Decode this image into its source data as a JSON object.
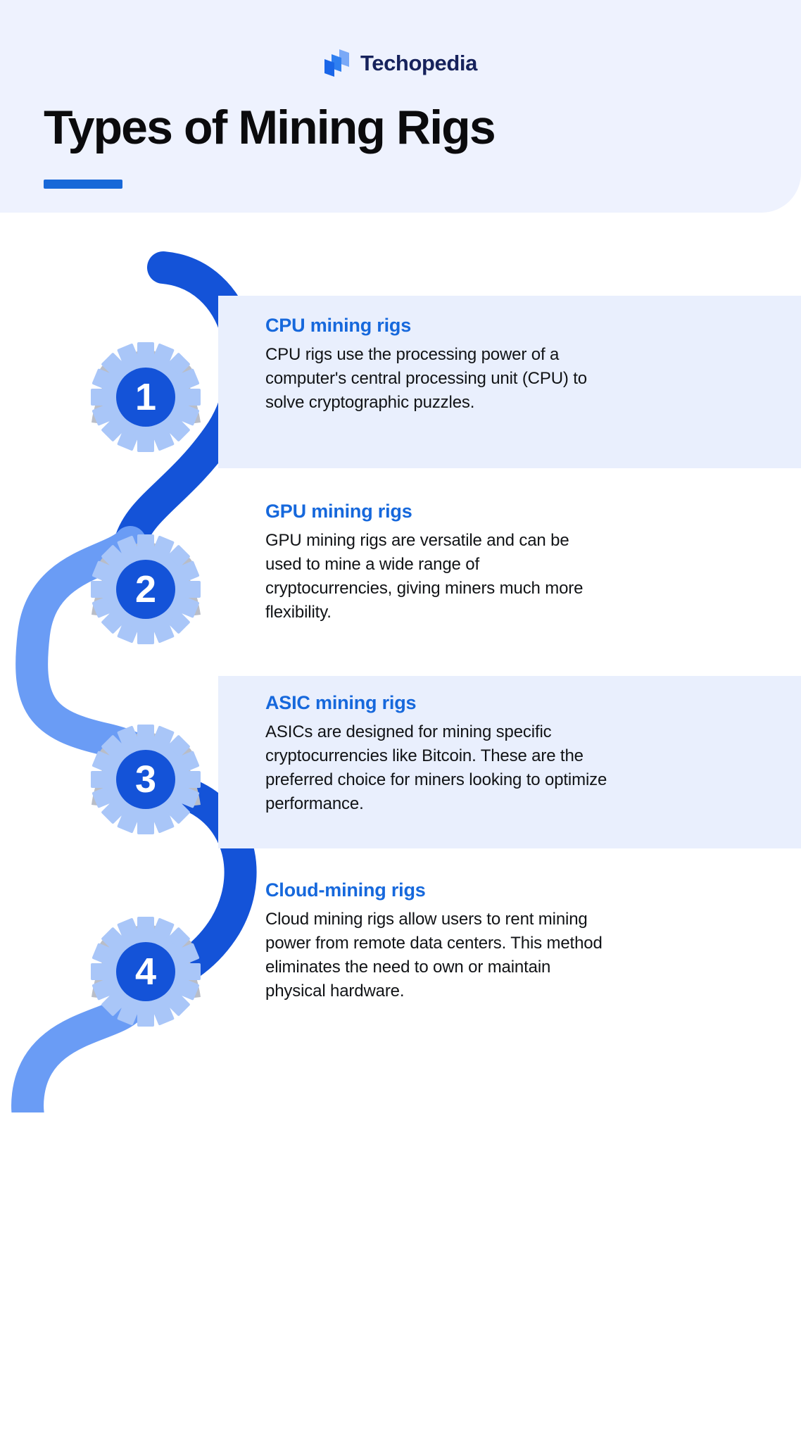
{
  "brand": {
    "name": "Techopedia",
    "logo_icon": "techopedia-logo-icon",
    "logo_colors": [
      "#1a66e8",
      "#2f7ff0",
      "#7aa9f7"
    ]
  },
  "header": {
    "title": "Types of Mining Rigs",
    "accent_color": "#1868d8",
    "background": "#eef2fe"
  },
  "theme": {
    "card_background": "#e9effd",
    "heading_color": "#1668dc",
    "body_color": "#111316",
    "connector_dark": "#1453d8",
    "connector_light": "#6a9cf5",
    "gear_color": "#a9c6f8",
    "gear_inner_color": "#1453d8",
    "pickaxe_color": "#b9bdc7",
    "number_color": "#ffffff"
  },
  "steps": [
    {
      "number": "1",
      "title": "CPU mining rigs",
      "body": "CPU rigs use the processing power of a computer's central processing unit (CPU) to solve cryptographic puzzles.",
      "icon": "gear-with-pickaxes-icon",
      "banded": true
    },
    {
      "number": "2",
      "title": "GPU mining rigs",
      "body": "GPU mining rigs are versatile and can be used to mine a wide range of cryptocurrencies, giving miners much more flexibility.",
      "icon": "gear-with-pickaxes-icon",
      "banded": false
    },
    {
      "number": "3",
      "title": "ASIC mining rigs",
      "body": "ASICs are designed for mining specific cryptocurrencies like Bitcoin. These are the preferred choice for miners looking to optimize performance.",
      "icon": "gear-with-pickaxes-icon",
      "banded": true
    },
    {
      "number": "4",
      "title": "Cloud-mining rigs",
      "body": "Cloud mining rigs allow users to rent mining power from remote data centers. This method eliminates the need to own or maintain physical hardware.",
      "icon": "gear-with-pickaxes-icon",
      "banded": false
    }
  ]
}
